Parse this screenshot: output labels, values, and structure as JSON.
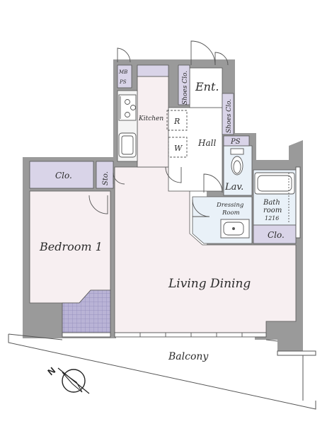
{
  "rooms": {
    "mb_ps_top": "MB",
    "mb_ps_bottom": "PS",
    "shoes_clo_1": "Shoes Clo.",
    "entrance": "Ent.",
    "shoes_clo_2": "Shoes Clo.",
    "kitchen": "Kitchen",
    "refrigerator": "R",
    "washer": "W",
    "hall": "Hall",
    "ps": "PS",
    "closet_1": "Clo.",
    "storage": "Sto.",
    "lavatory": "Lav.",
    "dressing_room_line1": "Dressing",
    "dressing_room_line2": "Room",
    "bathroom_line1": "Bath",
    "bathroom_line2": "room",
    "bathroom_size": "1216",
    "closet_2": "Clo.",
    "bedroom": "Bedroom 1",
    "living_dining": "Living Dining",
    "balcony": "Balcony"
  },
  "compass": {
    "label": "N"
  },
  "colors": {
    "wall": "#9a9a9a",
    "wall_edge": "#6f6f6f",
    "floor_living": "#f7eff1",
    "floor_wet": "#e9f1f8",
    "closet": "#d9d4e8",
    "tile": "#b9b3d6",
    "line": "#555555"
  }
}
